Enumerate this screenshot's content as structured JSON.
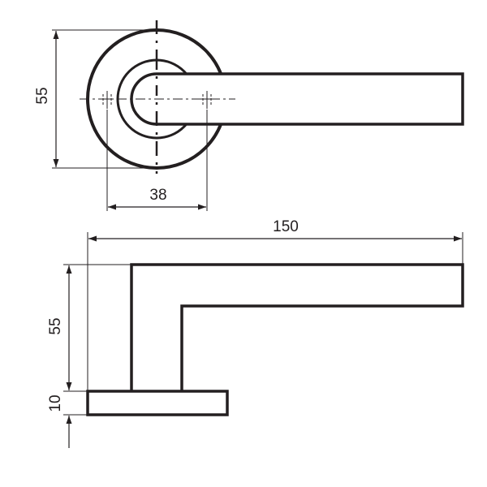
{
  "drawing": {
    "colors": {
      "line": "#231f20",
      "background": "#ffffff"
    },
    "top_view": {
      "dimensions": {
        "rose_diameter": "55",
        "screw_spacing": "38"
      }
    },
    "side_view": {
      "dimensions": {
        "length": "150",
        "height": "55",
        "rose_thickness": "10"
      }
    }
  }
}
